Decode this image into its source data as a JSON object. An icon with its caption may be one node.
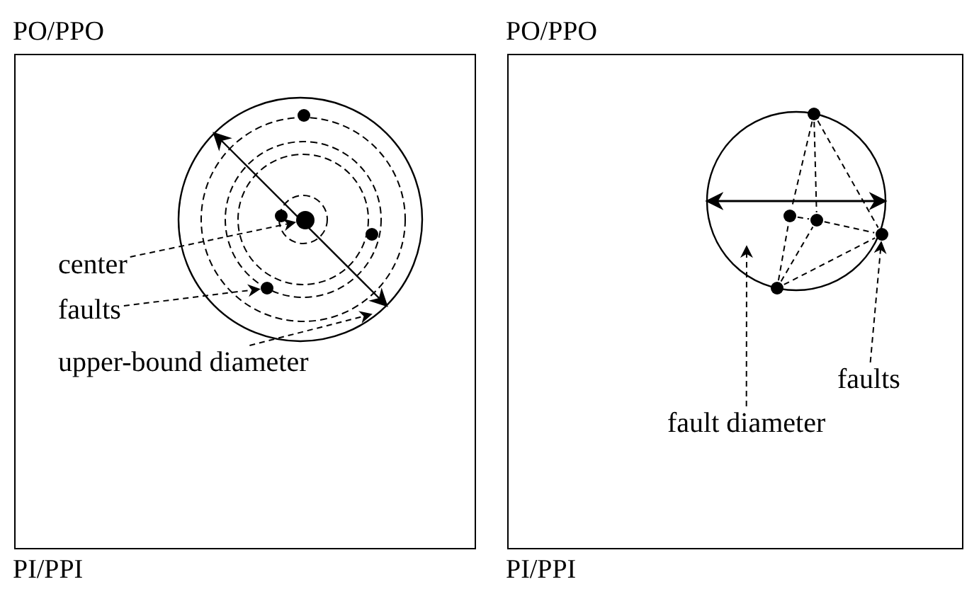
{
  "diagram": {
    "nodes": [
      {
        "text": [
          "PO/PPO",
          "PI/PPI"
        ]
      },
      {
        "text": [
          "center"
        ],
        "in": 0
      },
      {
        "text": [
          "faults"
        ],
        "in": 0
      },
      {
        "text": [
          "upper-bound diameter"
        ],
        "in": 0
      },
      {
        "text": [],
        "shape": "circle",
        "in": 0
      },
      {
        "text": [],
        "shape": "circle",
        "in": 0
      },
      {
        "text": [],
        "shape": "circle",
        "in": 0
      },
      {
        "text": [],
        "shape": "circle",
        "in": 0
      },
      {
        "text": [],
        "shape": "circle",
        "in": 0
      },
      {
        "text": [
          "PO/PPO",
          "PI/PPI"
        ]
      },
      {
        "text": [
          "faults"
        ],
        "in": 9
      },
      {
        "text": [
          "fault diameter"
        ],
        "in": 9
      },
      {
        "text": [],
        "shape": "circle",
        "in": 9
      },
      {
        "text": [],
        "shape": "circle",
        "in": 9
      },
      {
        "text": [],
        "shape": "circle",
        "in": 9
      },
      {
        "text": [],
        "shape": "circle",
        "in": 9
      },
      {
        "text": [],
        "shape": "circle",
        "in": 9
      }
    ],
    "edges": [
      {
        "from": 1,
        "to": 6,
        "arrow": "to",
        "style": "dashed"
      },
      {
        "from": 2,
        "to": 8,
        "arrow": "to",
        "style": "dashed"
      },
      {
        "from": 3,
        "to": null,
        "arrow": "to",
        "style": "dashed"
      },
      {
        "from": 10,
        "to": 15,
        "arrow": "to",
        "style": "dashed"
      },
      {
        "from": 11,
        "to": null,
        "arrow": "to",
        "style": "dashed"
      },
      {
        "from": 12,
        "to": 13,
        "arrow": "none",
        "style": "dashed"
      },
      {
        "from": 12,
        "to": 14,
        "arrow": "none",
        "style": "dashed"
      },
      {
        "from": 12,
        "to": 15,
        "arrow": "none",
        "style": "dashed"
      },
      {
        "from": 13,
        "to": 14,
        "arrow": "none",
        "style": "dashed"
      },
      {
        "from": 14,
        "to": 15,
        "arrow": "none",
        "style": "dashed"
      },
      {
        "from": 16,
        "to": 13,
        "arrow": "none",
        "style": "dashed"
      },
      {
        "from": 16,
        "to": 14,
        "arrow": "none",
        "style": "dashed"
      },
      {
        "from": 16,
        "to": 15,
        "arrow": "none",
        "style": "dashed"
      }
    ]
  }
}
